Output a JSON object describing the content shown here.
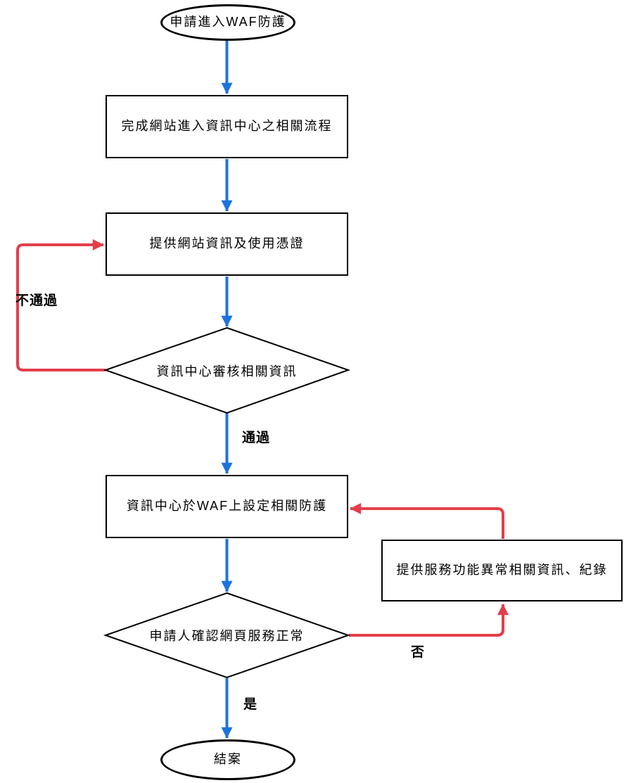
{
  "diagram": {
    "type": "flowchart",
    "nodes": {
      "start": {
        "label": "申請進入WAF防護",
        "shape": "terminator"
      },
      "step1": {
        "label": "完成網站進入資訊中心之相關流程",
        "shape": "process"
      },
      "step2": {
        "label": "提供網站資訊及使用憑證",
        "shape": "process"
      },
      "decision1": {
        "label": "資訊中心審核相關資訊",
        "shape": "decision"
      },
      "step3": {
        "label": "資訊中心於WAF上設定相關防護",
        "shape": "process"
      },
      "step4": {
        "label": "提供服務功能異常相關資訊、紀錄",
        "shape": "process"
      },
      "decision2": {
        "label": "申請人確認網頁服務正常",
        "shape": "decision"
      },
      "end": {
        "label": "結案",
        "shape": "terminator"
      }
    },
    "edge_labels": {
      "reject": "不通過",
      "pass": "通過",
      "no": "否",
      "yes": "是"
    },
    "edges": [
      {
        "from": "start",
        "to": "step1",
        "color": "blue"
      },
      {
        "from": "step1",
        "to": "step2",
        "color": "blue"
      },
      {
        "from": "step2",
        "to": "decision1",
        "color": "blue"
      },
      {
        "from": "decision1",
        "to": "step2",
        "label": "不通過",
        "color": "red"
      },
      {
        "from": "decision1",
        "to": "step3",
        "label": "通過",
        "color": "blue"
      },
      {
        "from": "step3",
        "to": "decision2",
        "color": "blue"
      },
      {
        "from": "decision2",
        "to": "step4",
        "label": "否",
        "color": "red"
      },
      {
        "from": "step4",
        "to": "step3",
        "color": "red"
      },
      {
        "from": "decision2",
        "to": "end",
        "label": "是",
        "color": "blue"
      }
    ],
    "colors": {
      "forward_flow": "#1C73E0",
      "feedback_flow": "#E33E4B",
      "shape_border": "#000000",
      "background": "#FFFFFF"
    }
  }
}
